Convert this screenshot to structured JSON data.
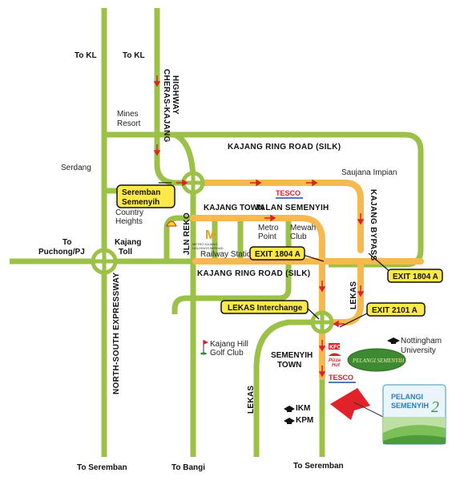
{
  "directions": {
    "kl_left": "To KL",
    "kl_right": "To KL",
    "puchong": [
      "To",
      "Puchong/PJ"
    ],
    "seremban_left": "To Seremban",
    "bangi": "To Bangi",
    "seremban_right": "To Seremban"
  },
  "roads": {
    "cheras_kajang": [
      "CHERAS-KAJANG",
      "HIGHWAY"
    ],
    "silk_top": "KAJANG RING ROAD (SILK)",
    "silk_mid": "KAJANG RING ROAD (SILK)",
    "jalan_semenyih": "JALAN SEMENYIH",
    "kajang_bypass": "KAJANG BYPASS",
    "jln_reko": "JLN REKO",
    "nse": "NORTH-SOUTH EXPRESSWAY",
    "lekas_right": "LEKAS",
    "lekas_bottom": "LEKAS"
  },
  "places": {
    "mines": [
      "Mines",
      "Resort"
    ],
    "serdang": "Serdang",
    "saujana": "Saujana Impian",
    "country_heights": [
      "Country",
      "Heights"
    ],
    "kajang_town": "KAJANG TOWN",
    "kajang_toll": [
      "Kajang",
      "Toll"
    ],
    "metro_point": [
      "Metro",
      "Point"
    ],
    "mewah_club": [
      "Mewah",
      "Club"
    ],
    "railway": "Railway Station",
    "kajang_hill": [
      "Kajang Hill",
      "Golf Club"
    ],
    "semenyih_town": [
      "SEMENYIH",
      "TOWN"
    ],
    "nottingham": [
      "Nottingham",
      "University"
    ],
    "ikm": "IKM",
    "kpm": "KPM"
  },
  "callouts": {
    "seremban_semenyih": [
      "Seremban",
      "Semenyih"
    ],
    "exit_1804a_mid": "EXIT 1804 A",
    "exit_1804a_right": "EXIT 1804 A",
    "lekas_interchange": "LEKAS Interchange",
    "exit_2101a": "EXIT 2101 A"
  },
  "brands": {
    "tesco_top": "TESCO",
    "tesco_bottom": "TESCO",
    "kfc": "KFC",
    "pizza_hut": [
      "Pizza",
      "Hut"
    ],
    "metro_kajang": [
      "METRO KAJANG",
      "HOLDINGS BERHAD"
    ],
    "metro_logo": "M",
    "pelangi_badge": "PELANGI SEMENYIH",
    "pelangi_logo": [
      "PELANGI",
      "SEMENYIH",
      "2"
    ]
  },
  "colors": {
    "road_green": "#9cc147",
    "route_orange": "#f7b84e",
    "arrow_red": "#d8232a",
    "callout_yellow": "#fde94a",
    "pin_red": "#e2222a"
  },
  "icons": {
    "route_arrow": "red-arrow-icon",
    "university": "mortarboard-icon",
    "golf": "golf-flag-icon",
    "shell": "shell-logo-icon",
    "destination": "destination-pointer-icon"
  }
}
